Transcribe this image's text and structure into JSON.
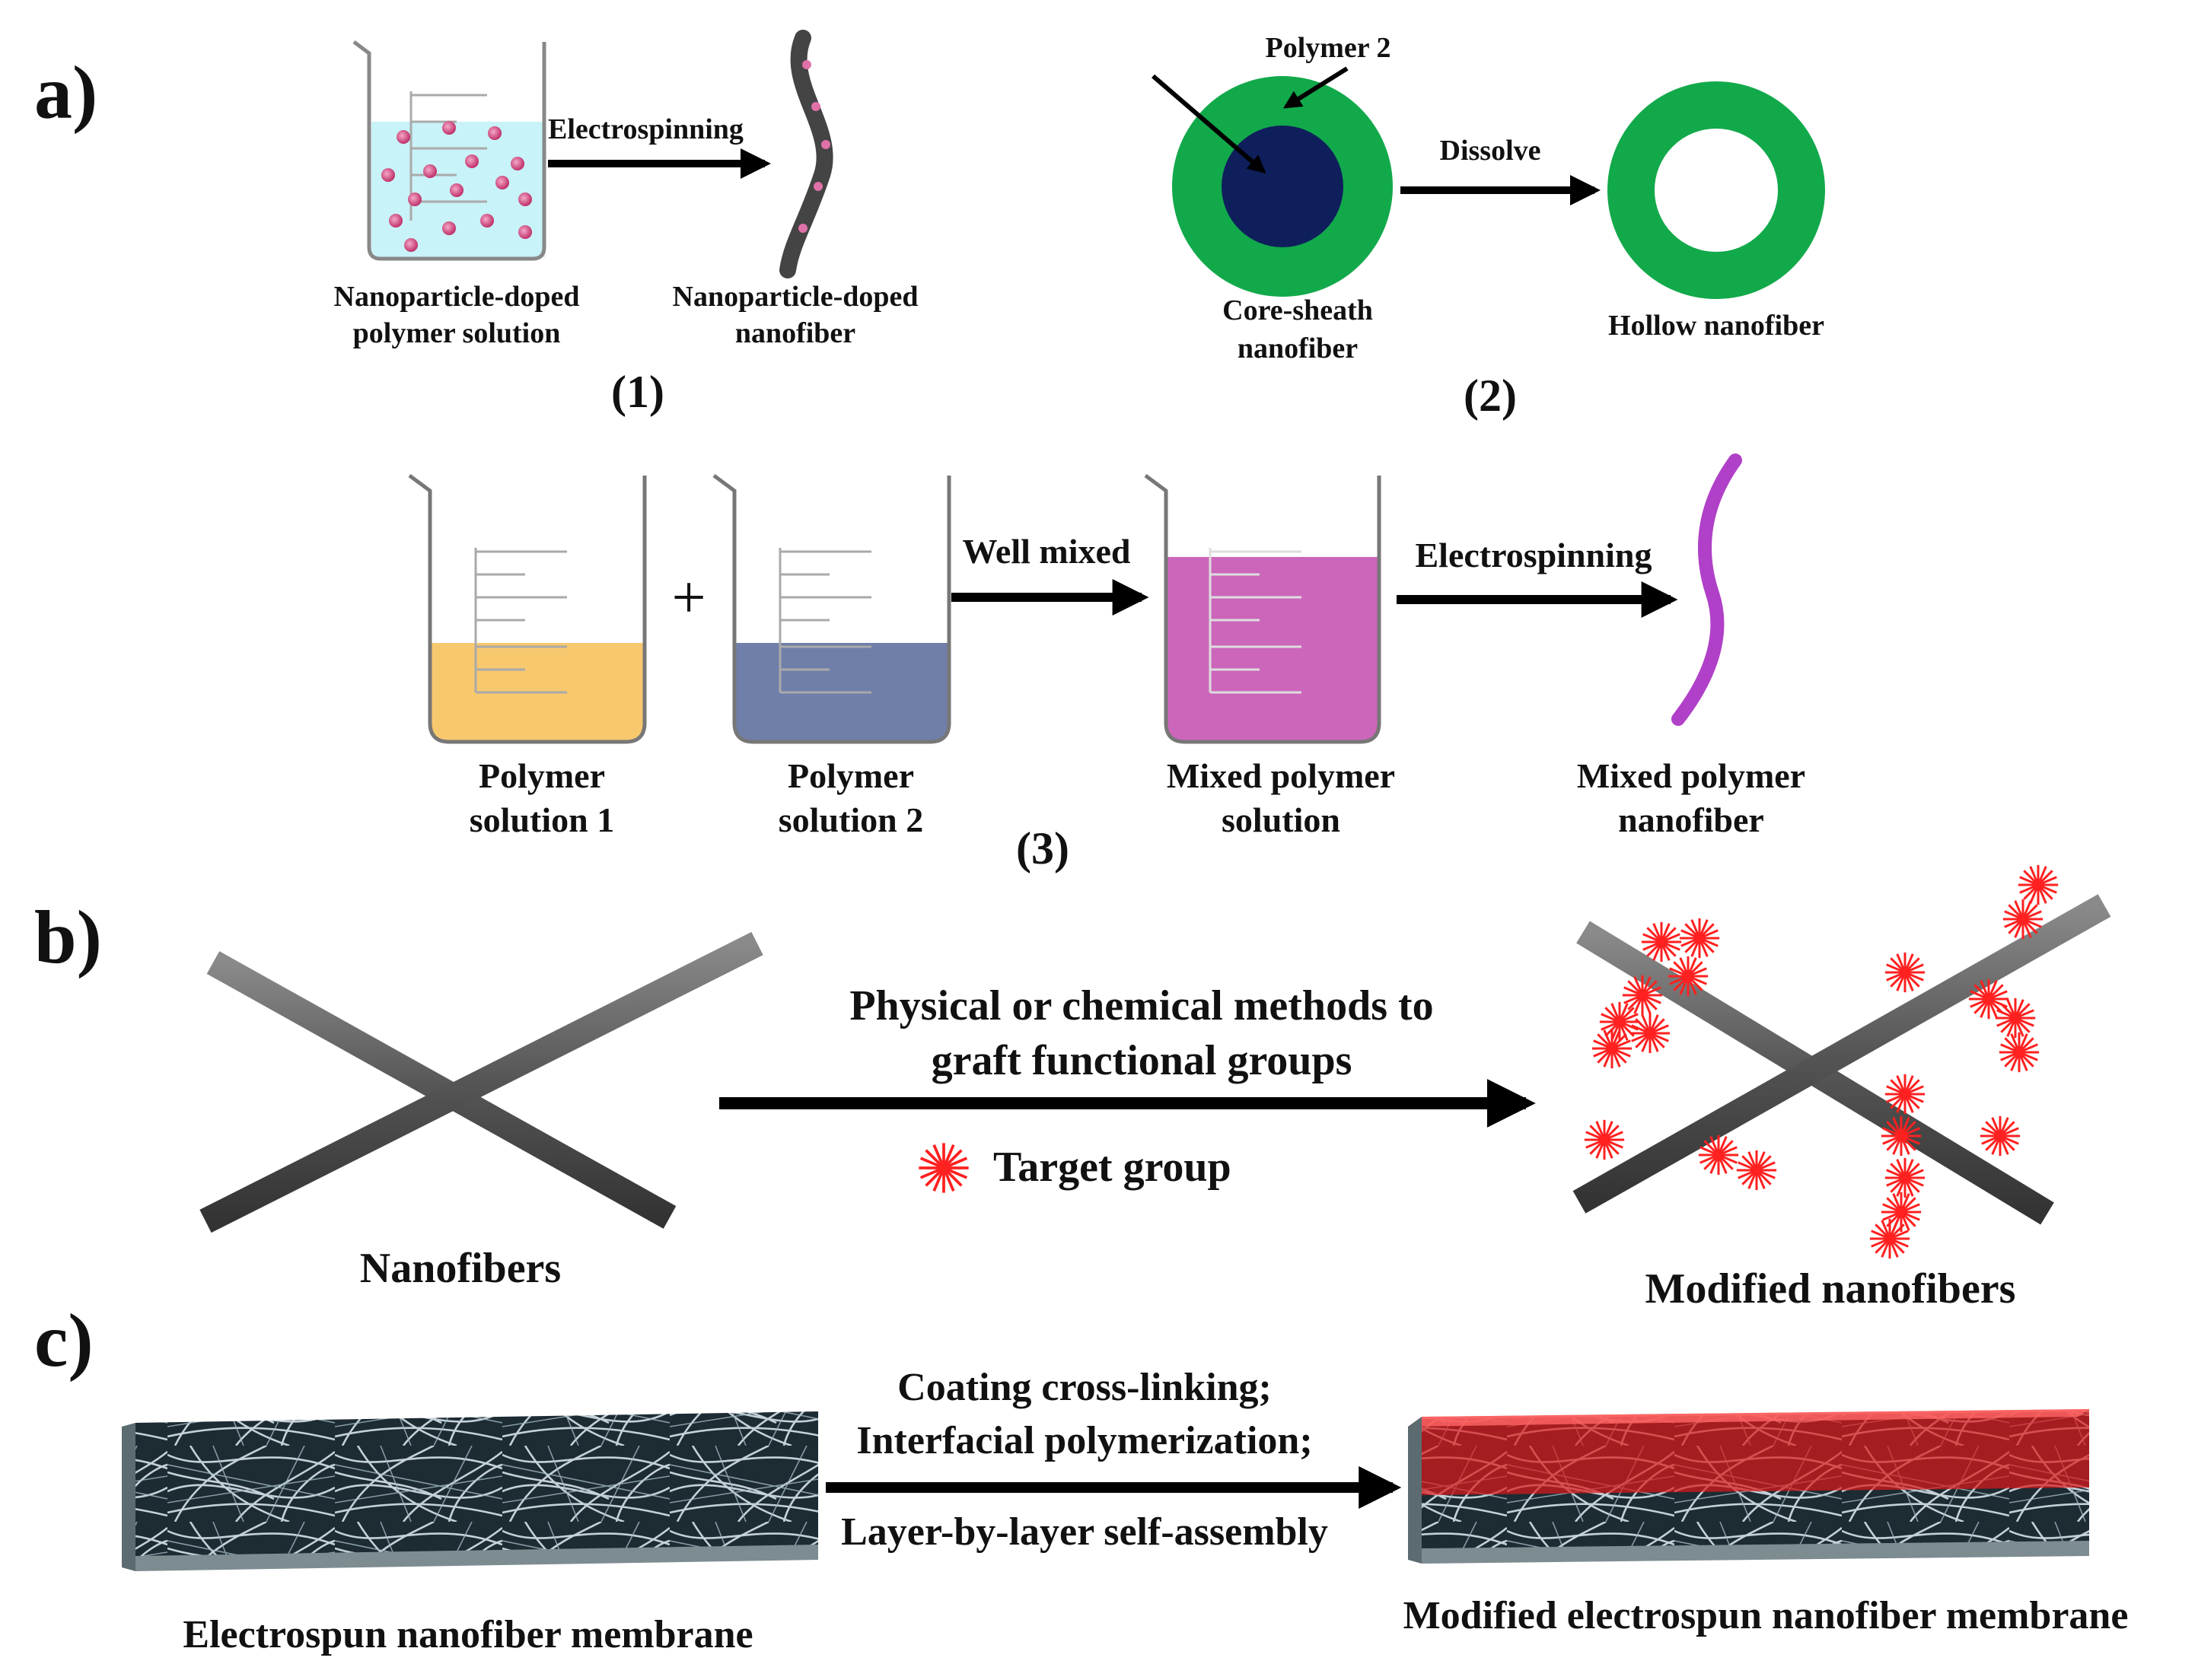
{
  "panels": {
    "a": "a)",
    "b": "b)",
    "c": "c)"
  },
  "a1": {
    "label": "(1)",
    "arrow": "Electrospinning",
    "src_line1": "Nanoparticle-doped",
    "src_line2": "polymer solution",
    "dst_line1": "Nanoparticle-doped",
    "dst_line2": "nanofiber"
  },
  "a2": {
    "label": "(2)",
    "polymer2": "Polymer 2",
    "arrow": "Dissolve",
    "cs_line1": "Core-sheath",
    "cs_line2": "nanofiber",
    "hollow": "Hollow nanofiber"
  },
  "a3": {
    "label": "(3)",
    "plus": "+",
    "arrow1": "Well mixed",
    "arrow2": "Electrospinning",
    "ps1_line1": "Polymer",
    "ps1_line2": "solution 1",
    "ps2_line1": "Polymer",
    "ps2_line2": "solution 2",
    "mix_line1": "Mixed polymer",
    "mix_line2": "solution",
    "fib_line1": "Mixed polymer",
    "fib_line2": "nanofiber"
  },
  "b": {
    "method_line1": "Physical or chemical methods to",
    "method_line2": "graft functional groups",
    "legend": "Target group",
    "left": "Nanofibers",
    "right": "Modified nanofibers"
  },
  "c": {
    "m1": "Coating cross-linking;",
    "m2": "Interfacial polymerization;",
    "m3": "Layer-by-layer self-assembly",
    "left": "Electrospun nanofiber membrane",
    "right": "Modified electrospun nanofiber membrane"
  },
  "colors": {
    "sheath": "#12a94b",
    "core": "#0f1f5c",
    "solution1": "#f8c86e",
    "solution2": "#6f7fa9",
    "mixed": "#cc66bb",
    "mixed_fiber": "#b040c8",
    "doped_solution": "#c8f3f8",
    "target_group": "#ff2020",
    "fiber_gray": "#555555",
    "coating": "#e01818"
  }
}
